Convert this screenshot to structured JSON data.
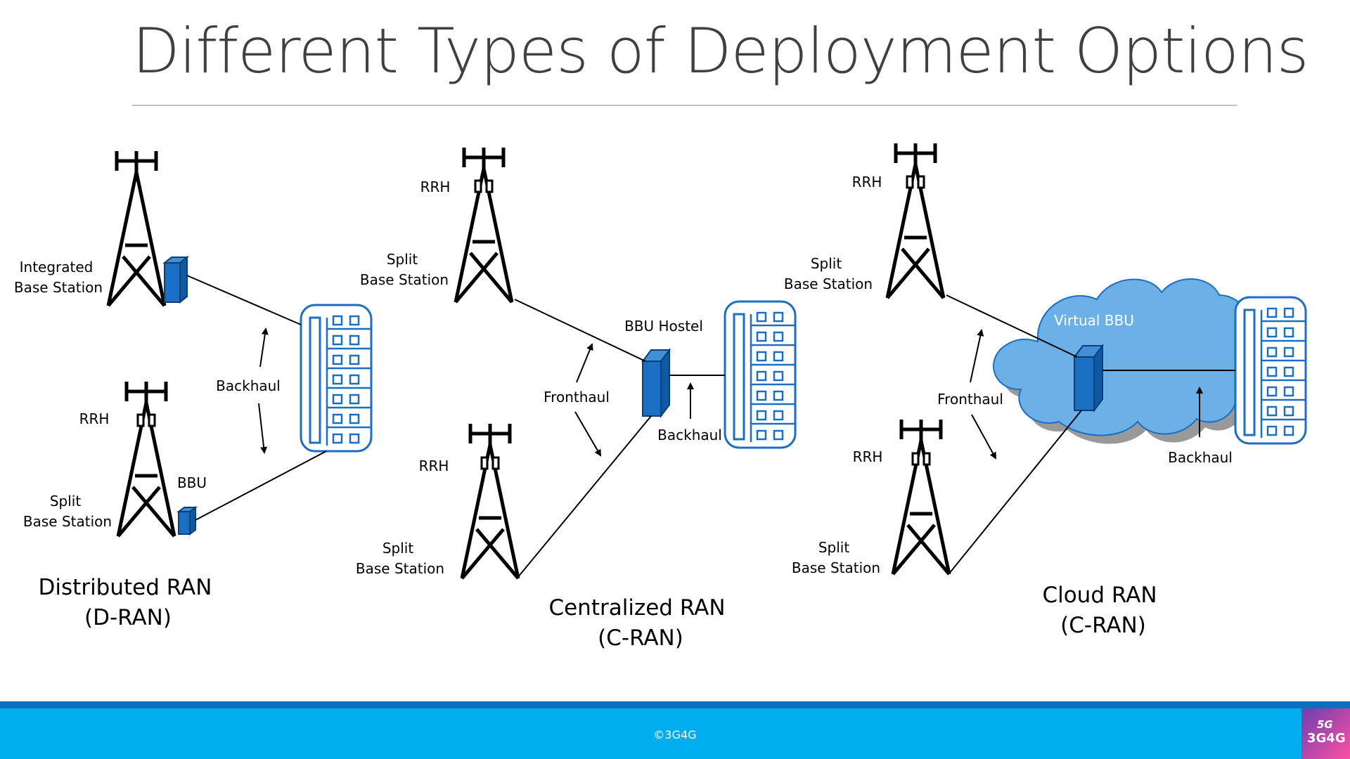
{
  "slide": {
    "title": "Different Types of Deployment Options",
    "footer_text": "©3G4G",
    "logo": {
      "top": "5G",
      "brand": "3G4G"
    }
  },
  "colors": {
    "equipment_blue": "#1a6fc4",
    "equipment_outline": "#0b3e73",
    "cloud_fill": "#6cb0e8",
    "cloud_shadow": "#999999",
    "footer_blue": "#00aeef",
    "footer_stripe": "#0b6fc0",
    "building_outline": "#1a6fc4"
  },
  "icons": [
    "cell-tower-icon",
    "base-station-box-icon",
    "office-building-icon",
    "cloud-icon",
    "arrow-icon"
  ],
  "d_ran": {
    "integrated_label_1": "Integrated",
    "integrated_label_2": "Base Station",
    "rrh": "RRH",
    "split_label_1": "Split",
    "split_label_2": "Base Station",
    "bbu": "BBU",
    "backhaul": "Backhaul",
    "name_1": "Distributed RAN",
    "name_2": "(D-RAN)"
  },
  "c_ran": {
    "rrh_top": "RRH",
    "split_top_1": "Split",
    "split_top_2": "Base Station",
    "rrh_bottom": "RRH",
    "split_bottom_1": "Split",
    "split_bottom_2": "Base Station",
    "bbu_hostel": "BBU Hostel",
    "fronthaul": "Fronthaul",
    "backhaul": "Backhaul",
    "name_1": "Centralized RAN",
    "name_2": "(C-RAN)"
  },
  "cloud_ran": {
    "rrh_top": "RRH",
    "split_top_1": "Split",
    "split_top_2": "Base Station",
    "rrh_bottom": "RRH",
    "split_bottom_1": "Split",
    "split_bottom_2": "Base Station",
    "virtual_bbu": "Virtual BBU",
    "fronthaul": "Fronthaul",
    "backhaul": "Backhaul",
    "name_1": "Cloud RAN",
    "name_2": "(C-RAN)"
  }
}
